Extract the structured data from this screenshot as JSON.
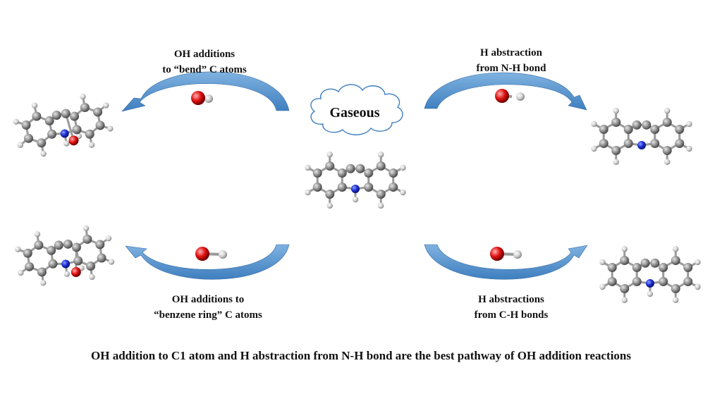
{
  "labels": {
    "top_left_line1": "OH additions",
    "top_left_line2": "to “bend” C atoms",
    "top_right_line1": "H abstraction",
    "top_right_line2": "from N-H bond",
    "bottom_left_line1": "OH additions to",
    "bottom_left_line2": "“benzene ring” C atoms",
    "bottom_right_line1": "H abstractions",
    "bottom_right_line2": "from C-H bonds",
    "center_cloud": "Gaseous",
    "caption": "OH addition to C1 atom and H abstraction from N-H bond are the best pathway of OH addition reactions"
  },
  "colors": {
    "arrow": "#5b9bd5",
    "arrow_dark": "#3f7fbf",
    "carbon": "#8c8c8c",
    "hydrogen": "#e3e3e3",
    "nitrogen": "#1d2fd6",
    "oxygen": "#e01010",
    "bond": "#9a9a9a"
  },
  "atoms": {
    "oxygen": "O",
    "hydrogen": "H",
    "nitrogen": "N",
    "carbon": "C"
  }
}
